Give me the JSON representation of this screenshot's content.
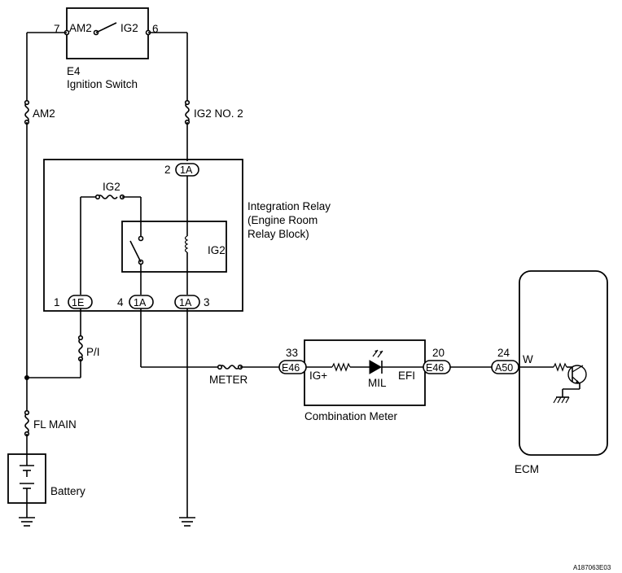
{
  "ignition_switch": {
    "code": "E4",
    "name": "Ignition Switch",
    "pin_am2_no": "7",
    "pin_am2_label": "AM2",
    "pin_ig2_label": "IG2",
    "pin_ig2_no": "6"
  },
  "fuses": {
    "am2": "AM2",
    "ig2_no2": "IG2 NO. 2",
    "ig2_internal": "IG2",
    "pi": "P/I",
    "fl_main": "FL MAIN",
    "meter": "METER"
  },
  "integration_relay": {
    "title_line1": "Integration Relay",
    "title_line2": "(Engine Room",
    "title_line3": "Relay Block)",
    "coil_label": "IG2",
    "pin_top_no": "2",
    "pin_top_conn": "1A",
    "pin_1_no": "1",
    "pin_1_conn": "1E",
    "pin_4_no": "4",
    "pin_4_conn": "1A",
    "pin_3_conn": "1A",
    "pin_3_no": "3"
  },
  "combination_meter": {
    "name": "Combination Meter",
    "pin_in_no": "33",
    "pin_in_conn": "E46",
    "pin_in_label": "IG+",
    "lamp_label": "MIL",
    "pin_out_label": "EFI",
    "pin_out_no": "20",
    "pin_out_conn": "E46"
  },
  "ecm": {
    "name": "ECM",
    "pin_no": "24",
    "pin_conn": "A50",
    "wire_color": "W"
  },
  "battery": {
    "name": "Battery"
  },
  "figure_code": "A187063E03"
}
